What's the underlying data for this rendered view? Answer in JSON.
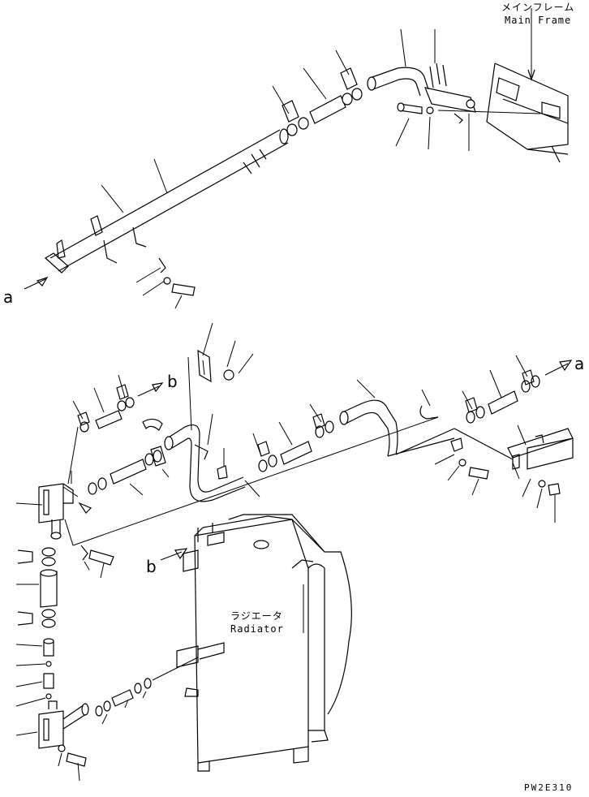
{
  "labels": {
    "main_frame_jp": "メインフレーム",
    "main_frame_en": "Main Frame",
    "radiator_jp": "ラジエータ",
    "radiator_en": "Radiator",
    "ref_a_left": "a",
    "ref_a_right": "a",
    "ref_b_upper": "b",
    "ref_b_lower": "b",
    "drawing_code": "PW2E310"
  }
}
